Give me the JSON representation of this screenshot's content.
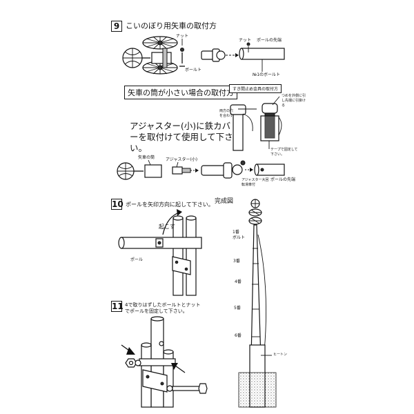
{
  "step9": {
    "number": "9",
    "title": "こいのぼり用矢車の取付方",
    "label_nut_a": "ナット",
    "label_bolt": "ボールト",
    "label_nut_b": "ナット",
    "label_pole_tip_a": "ポールの先端",
    "label_no1_bolt": "№1のボールト",
    "sub_box_title": "矢車の筒が小さい場合の取付方",
    "label_slip_fitting": "すき間止め金具の取付方",
    "label_side_callout": "つめを外側に引し先端に引掛ける",
    "label_hole_align": "両方の穴を合わす",
    "instruction": "アジャスター(小)に鉄カバーを取付けて使用して下さい。",
    "label_tape": "テープで固定して下さい。",
    "label_arrow_tube": "矢車の筒",
    "label_adjuster_small": "アジャスター(小)",
    "label_adjuster_large": "アジャスター大回転滑車付",
    "label_pole_tip_b": "ポールの先端"
  },
  "step10": {
    "number": "10",
    "instruction": "ポールを矢印方向に起して下さい。",
    "label_raise": "起こす",
    "label_pole": "ポール"
  },
  "step11": {
    "number": "11",
    "instruction_line1": "4で取りはずしたボールトとナット",
    "instruction_line2": "でポールを固定して下さい。"
  },
  "completed": {
    "title": "完成図",
    "label_no1": "1番",
    "label_bolt": "ボルト",
    "label_no3": "3番",
    "label_no4": "4番",
    "label_no5": "5番",
    "label_no6": "6番",
    "label_rope": "ヒートン"
  }
}
